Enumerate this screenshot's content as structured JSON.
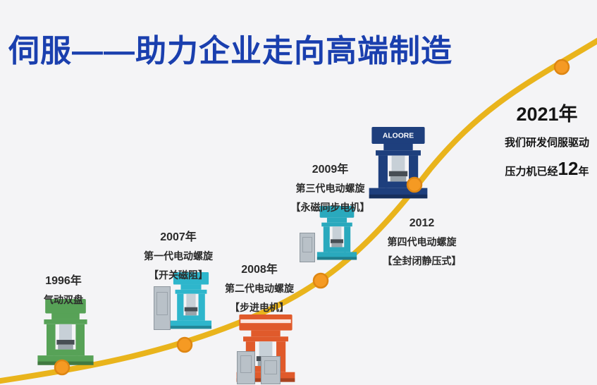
{
  "title": "伺服——助力企业走向高端制造",
  "colors": {
    "title_blue": "#1a3fae",
    "curve_gold": "#e9b41c",
    "marker_orange": "#f59a23",
    "marker_ring": "#de8612"
  },
  "milestones": [
    {
      "year": "1996年",
      "line1": "气动双盘",
      "machine_color": "#57a257",
      "machine": "green-pneumatic-press"
    },
    {
      "year": "2007年",
      "line1": "第一代电动螺旋",
      "line2": "【开关磁阻】",
      "machine_color": "#2eb6cc",
      "machine": "teal-electric-screw-press"
    },
    {
      "year": "2008年",
      "line1": "第二代电动螺旋",
      "line2": "【步进电机】",
      "machine_color": "#e05a2b",
      "machine": "red-electric-screw-press"
    },
    {
      "year": "2009年",
      "line1": "第三代电动螺旋",
      "line2": "【永磁同步电机】",
      "machine_color": "#2aa9bd",
      "machine": "teal-electric-screw-press"
    },
    {
      "year": "2012",
      "line1": "第四代电动螺旋",
      "line2": "【全封闭静压式】",
      "machine_color": "#1e3f7d",
      "machine": "navy-servo-press",
      "brand": "ALOORE"
    }
  ],
  "finale": {
    "year": "2021年",
    "line1": "我们研发伺服驱动",
    "line2_prefix": "压力机已经",
    "line2_number": "12",
    "line2_suffix": "年"
  }
}
